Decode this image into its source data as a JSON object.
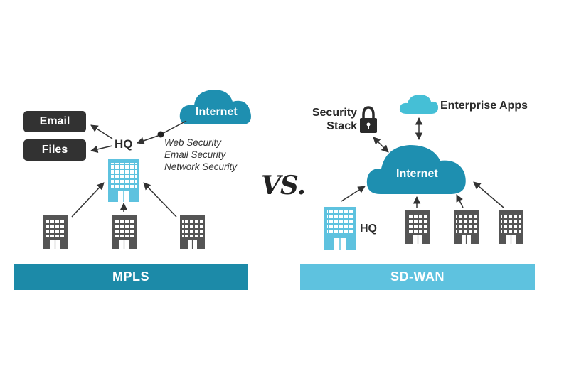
{
  "mpls": {
    "pills": [
      "Email",
      "Files"
    ],
    "hq_label": "HQ",
    "cloud_label": "Internet",
    "security_lines": [
      "Web Security",
      "Email Security",
      "Network Security"
    ],
    "banner": "MPLS"
  },
  "vs_label": "VS.",
  "sdwan": {
    "security_stack_lines": [
      "Security",
      "Stack"
    ],
    "apps_label": "Enterprise Apps",
    "cloud_label": "Internet",
    "hq_label": "HQ",
    "banner": "SD-WAN"
  },
  "colors": {
    "dark": "#323232",
    "mpls_banner": "#1c8aa8",
    "sdwan_banner": "#5ec2df",
    "cloud_dark": "#1e8fb0",
    "cloud_light": "#45bfd6",
    "hq_building": "#5ec2df",
    "branch_building": "#555555"
  },
  "icons": [
    "cloud-icon",
    "padlock-icon",
    "building-icon"
  ]
}
